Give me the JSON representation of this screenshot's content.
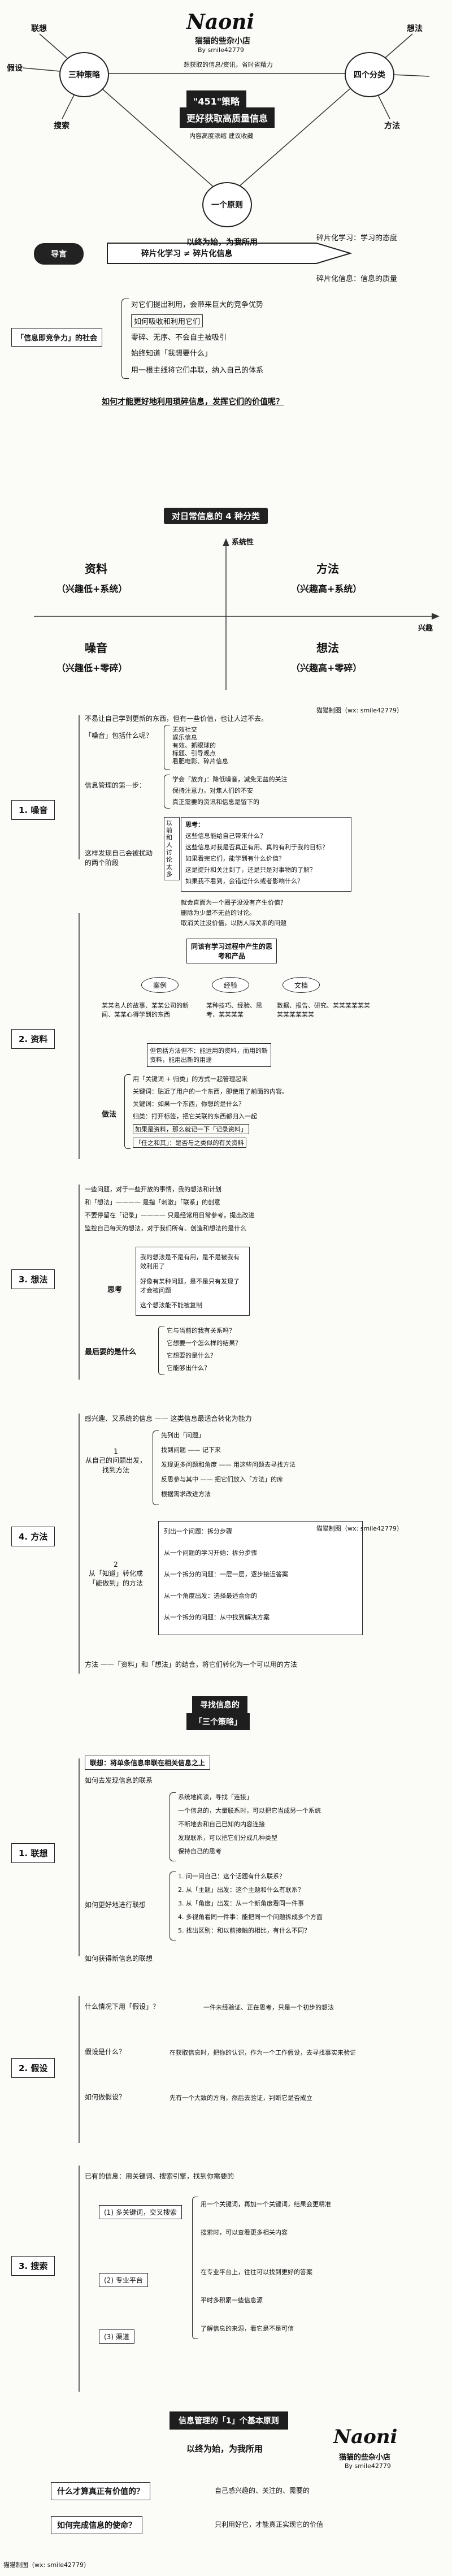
{
  "header": {
    "left_words": [
      "联想",
      "假设",
      "搜索"
    ],
    "right_words": [
      "想法",
      "方法"
    ],
    "left_circle": "三种策略",
    "right_circle": "四个分类",
    "bottom_circle": "一个原则",
    "center_title_1": "\"451\"策略",
    "center_title_2": "更好获取高质量信息",
    "center_small": "想获取的信息/资讯，省时省精力",
    "center_note": "内容高度浓缩 建议收藏",
    "motto": "以终为始，为我所用",
    "brand_name": "Naoni",
    "brand_sub": "猫猫的些杂小店",
    "brand_handle": "By smile42779"
  },
  "intro": {
    "tag": "导言",
    "arrow_text": "碎片化学习 ≠ 碎片化信息",
    "right_top": "碎片化学习：学习的态度",
    "right_bottom": "碎片化信息：信息的质量",
    "left_box": "「信息即竞争力」的社会",
    "items": [
      "对它们提出利用，会带来巨大的竞争优势",
      "如何吸收和利用它们",
      "零碎、无序、不会自主被吸引",
      "始终知道「我想要什么」",
      "用一根主线将它们串联，纳入自己的体系"
    ],
    "question": "如何才能更好地利用琐碎信息，发挥它们的价值呢？"
  },
  "quadrant": {
    "title": "对日常信息的 4 种分类",
    "axis_y": "系统性",
    "axis_x": "兴趣",
    "q1_name": "资料",
    "q1_desc": "（兴趣低+系统）",
    "q2_name": "方法",
    "q2_desc": "（兴趣高+系统）",
    "q3_name": "噪音",
    "q3_desc": "（兴趣低+零碎）",
    "q4_name": "想法",
    "q4_desc": "（兴趣高+零碎）"
  },
  "watermark": "猫猫制图（wx: smile42779）",
  "noise": {
    "label": "1. 噪音",
    "l1": "不易让自己学到更新的东西，但有一些价值，也让人过不去。",
    "l2": "「噪音」包括什么呢？",
    "l2_items": [
      "无效社交",
      "娱乐信息",
      "有效、抓眼球的",
      "标题、引导观点",
      "看肥电影、碎片信息"
    ],
    "l3": "信息管理的第一步：",
    "l3_items": [
      "学会「放弃」：降低噪音，减免无益的关注",
      "保持注意力，对焦人们的不安",
      "真正需要的资讯和信息是留下的"
    ],
    "l4_title": "这样发现自己会被扰动的两个阶段",
    "l4_a": "以前和人讨论太多",
    "l4_a_items": [
      "思考：",
      "这些信息能给自己带来什么？",
      "这些信息对我是否真正有用、真的有利于我的目标？",
      "如果看完它们，能学到有什么价值？",
      "这是提升和关注到了，还是只是对事物的了解？",
      "如果我不看到，会错过什么或者影响什么？"
    ],
    "l4_b_items": [
      "就会直面为一个圈子没没有产生价值？",
      "删除为少量不无益的讨论。",
      "取消关注没价值，以防人际关系的问题"
    ]
  },
  "materials": {
    "label": "2. 资料",
    "top_box": "同该有学习过程中产生的思考和产品",
    "ovals": [
      "案例",
      "经验",
      "文档"
    ],
    "col1": "某某名人的故事、某某公司的新闻、某某心得学到的东西",
    "col2": "某种技巧、经验、思考、某某某某",
    "col3": "数据、报告、研究、某某某某某某某某某某某某",
    "note_box": "但包括方法但不：能运用的资料，而用的新资料，能用出新的用途",
    "method_label": "做法",
    "method_items": [
      "用「关键词 + 归类」的方式一起管理起来",
      "关键词：贴近了用户的一个东西，即使用了前面的内容。",
      "关键词：如果一个东西，你想的是什么？",
      "归类：打开标签，把它关联的东西都归入一起",
      "如果是资料，那么就记一下「记录资料」",
      "「任之和其」：是否与之类似的有关资料"
    ]
  },
  "ideas": {
    "label": "3. 想法",
    "intro_1": "一些问题，对于一些开放的事情，我的想法和计划",
    "intro_2": "和「想法」———— 是指「刺激」「联系」的创意",
    "intro_3": "不要停留在「记录」———— 只是经常用日常参考，提出改进",
    "intro_4": "监控自己每天的想法，对于我们所有、创造和想法的是什么",
    "think_label": "思考",
    "think_items": [
      "我的想法是不是有用，是不是被我有效利用了",
      "好像有某种问题，是不是只有发现了才会被问题",
      "这个想法能不能被复制"
    ],
    "last_label": "最后要的是什么",
    "last_items": [
      "它与当前的我有关系吗？",
      "它想要一个怎么样的结果？",
      "它想要的是什么？",
      "它能够出什么？"
    ]
  },
  "method": {
    "label": "4. 方法",
    "intro": "感兴趣、又系统的信息 —— 这类信息最适合转化为能力",
    "box1_label": "1\n从自己的问题出发，找到方法",
    "box1_items": [
      "先列出「问题」",
      "找到问题 —— 记下来",
      "发现更多问题和角度 —— 用这些问题去寻找方法",
      "反思参与其中 —— 把它们放入「方法」的库",
      "根据需求改进方法"
    ],
    "box2_label": "2\n从「知道」转化成「能做到」的方法",
    "box2_items": [
      "列出一个问题：拆分步骤",
      "从一个问题的学习开始：拆分步骤",
      "从一个拆分的问题：一层一层，逐步接近答案",
      "从一个角度出发：选择最适合你的",
      "从一个拆分的问题：从中找到解决方案"
    ],
    "closing": "方法 ——「资料」和「想法」的结合，将它们转化为一个可以用的方法"
  },
  "strategy": {
    "title_1": "寻找信息的",
    "title_2": "「三个策略」",
    "association_label": "1. 联想",
    "association_title": "联想：将单条信息串联在相关信息之上",
    "association_sub": "如何去发现信息的联系",
    "association_items": [
      "系统地阅读，寻找「连接」",
      "一个信息的，大量联系时，可以把它当成另一个系统",
      "不断地去和自己已知的内容连接",
      "发现联系，可以把它们分成几种类型",
      "保持自己的思考"
    ],
    "association_method": "如何更好地进行联想",
    "association_method_items": [
      "1. 问一问自己：这个话题有什么联系？",
      "2. 从「主题」出发：这个主题和什么有联系？",
      "3. 从「角度」出发：从一个新角度看同一件事",
      "4. 多视角看同一件事：能把同一个问题拆成多个方面",
      "5. 找出区别：和以前接触的相比，有什么不同？"
    ],
    "association_outcome": "如何获得新信息的联想",
    "assumption_label": "2. 假设",
    "assumption_q1": "什么情况下用「假设」？",
    "assumption_a1": "一件未经验证、正在思考，只是一个初步的想法",
    "assumption_q2": "假设是什么？",
    "assumption_a2": "在获取信息时，把你的认识，作为一个工作假设，去寻找事实来验证",
    "assumption_q3": "如何做假设？",
    "assumption_a3": "先有一个大致的方向，然后去验证，判断它是否成立",
    "search_label": "3. 搜索",
    "search_intro": "已有的信息：用关键词、搜索引擎，找到你需要的",
    "search_items": [
      "(1) 多关键词，交叉搜索",
      "(2) 专业平台",
      "(3) 渠道"
    ],
    "search_details": [
      "用一个关键词，再加一个关键词，结果会更精准",
      "搜索时，可以查看更多相关内容",
      "在专业平台上，往往可以找到更好的答案",
      "平时多积累一些信息源",
      "了解信息的来源，看它是不是可信"
    ]
  },
  "principle": {
    "title": "信息管理的「1」个基本原则",
    "motto": "以终为始，为我所用",
    "q1": "什么才算真正有价值的？",
    "a1": "自己感兴趣的、关注的、需要的",
    "q2": "如何完成信息的使命？",
    "a2": "只利用好它，才能真正实现它的价值"
  },
  "footer": "猫猫制图（wx: smile42779）"
}
